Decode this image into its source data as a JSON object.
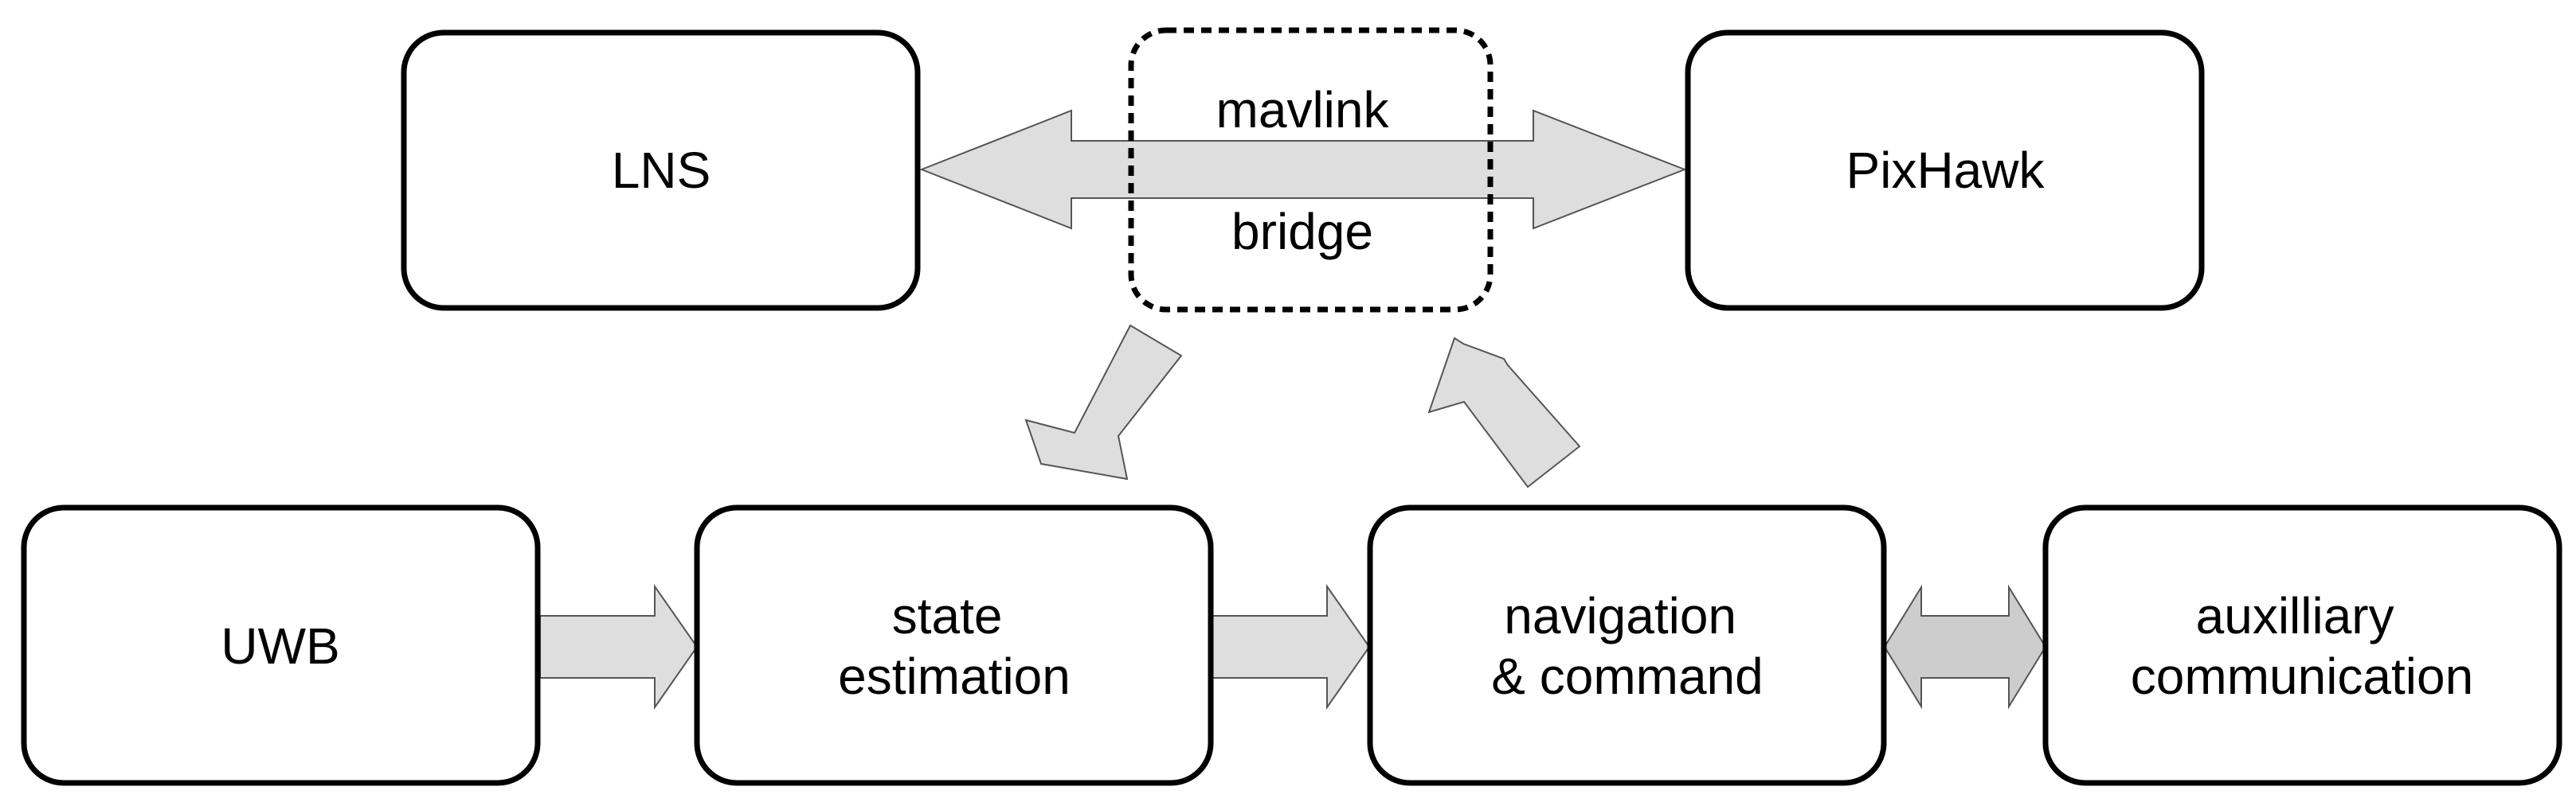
{
  "nodes": {
    "lns": "LNS",
    "pixhawk": "PixHawk",
    "uwb": "UWB",
    "state_estimation": [
      "state",
      "estimation"
    ],
    "navigation_command": [
      "navigation",
      "& command"
    ],
    "auxiliary_communication": [
      "auxilliary",
      "communication"
    ]
  },
  "bridge": {
    "top_label": "mavlink",
    "bottom_label": "bridge"
  },
  "colors": {
    "box_stroke": "#000000",
    "arrow_fill": "#dedede",
    "arrow_fill_dark": "#cdcdcd",
    "arrow_stroke": "#555555"
  }
}
